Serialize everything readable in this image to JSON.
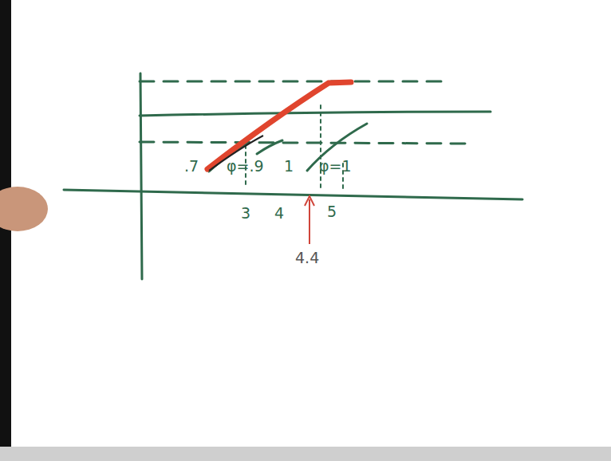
{
  "diagram": {
    "labels": [
      ".7",
      "φ=.9",
      "1",
      "φ=1",
      "3",
      "4",
      "5",
      "4.4"
    ]
  }
}
